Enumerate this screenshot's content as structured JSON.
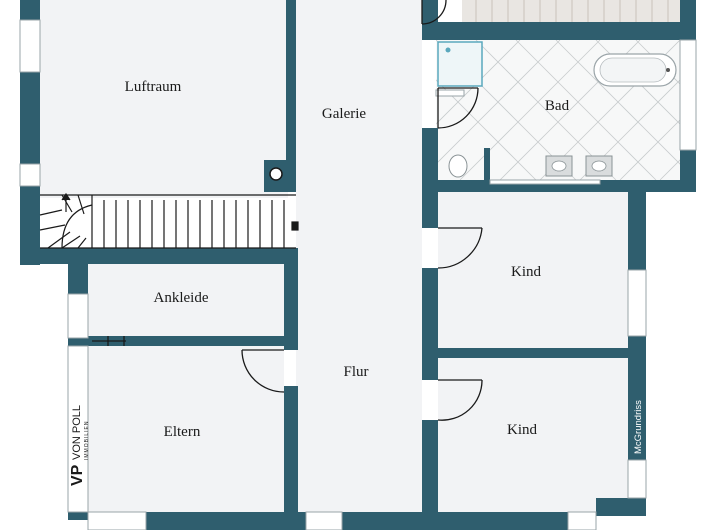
{
  "floorplan": {
    "rooms": {
      "luftraum": "Luftraum",
      "galerie": "Galerie",
      "bad": "Bad",
      "ankleide": "Ankleide",
      "kind_1": "Kind",
      "flur": "Flur",
      "eltern": "Eltern",
      "kind_2": "Kind"
    },
    "brand": {
      "logo_letters": "VP",
      "name": "VON POLL",
      "subtitle": "IMMOBILIEN"
    },
    "credit": "McGrundriss",
    "colors": {
      "wall": "#2f5e6e",
      "floor": "#f2f3f5",
      "background": "#ffffff"
    }
  }
}
